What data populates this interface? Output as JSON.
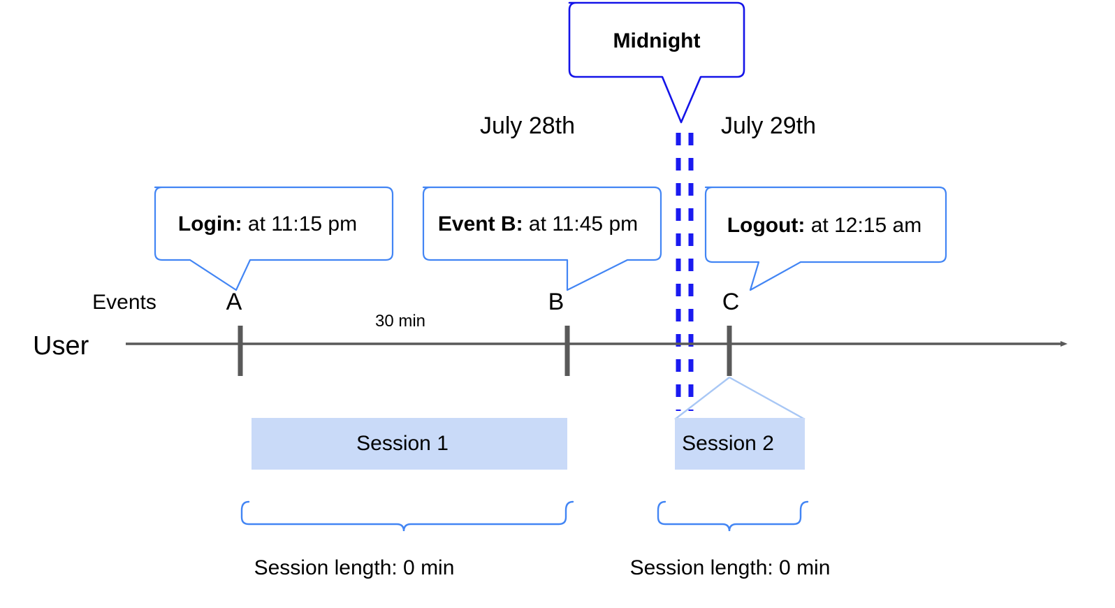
{
  "diagram": {
    "title": "User session timeline across midnight",
    "colors": {
      "callout_border": "#4285F4",
      "midnight_border": "#1414E8",
      "midnight_dash": "#1A1AF0",
      "session_fill": "#C9DAF8",
      "session_connector": "#A8C7F5",
      "axis_line": "#595959",
      "tick": "#595959",
      "brace": "#4285F4",
      "text": "#000000"
    }
  },
  "midnight_callout": {
    "label": "Midnight"
  },
  "dates": [
    {
      "label": "July 28th"
    },
    {
      "label": "July 29th"
    }
  ],
  "event_callouts": [
    {
      "name": "login",
      "bold": "Login:",
      "rest": " at 11:15 pm"
    },
    {
      "name": "event-b",
      "bold": "Event B:",
      "rest": " at 11:45 pm"
    },
    {
      "name": "logout",
      "bold": "Logout:",
      "rest": " at 12:15 am"
    }
  ],
  "rows": {
    "events_label": "Events",
    "user_label": "User"
  },
  "event_markers": [
    {
      "letter": "A"
    },
    {
      "letter": "B"
    },
    {
      "letter": "C"
    }
  ],
  "interval": {
    "label": "30 min"
  },
  "sessions": [
    {
      "label": "Session 1",
      "length_label": "Session length: 0 min"
    },
    {
      "label": "Session 2",
      "length_label": "Session length: 0 min"
    }
  ]
}
